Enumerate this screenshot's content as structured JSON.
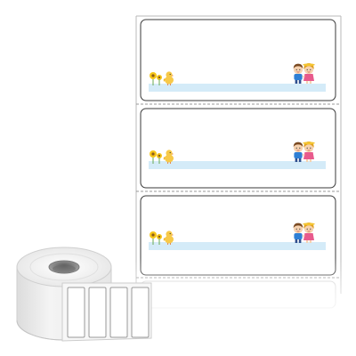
{
  "product": {
    "label_count_on_strip": 3,
    "core_label_count": 4,
    "colors": {
      "background": "#ffffff",
      "liner_border": "#b8b8b8",
      "label_border": "#3a3a3a",
      "perforation": "#9a9a9a",
      "stripe": "#d4ebf8",
      "roll_top": "#eeeeee",
      "roll_side": "#e2e2e2",
      "roll_core": "#8a8a8a"
    },
    "decorations": {
      "left": "chick-and-sunflower-illustration",
      "right": "two-children-illustration"
    }
  }
}
